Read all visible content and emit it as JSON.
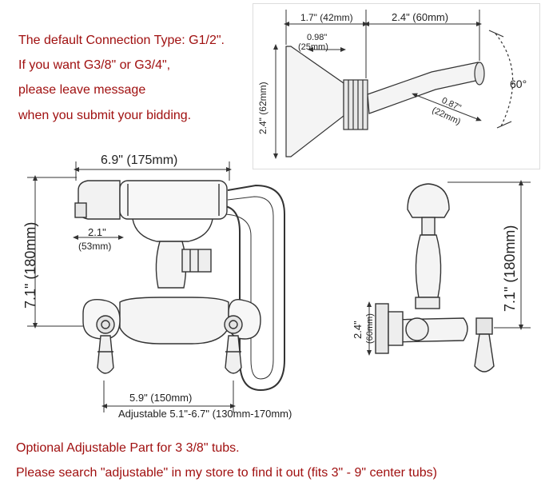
{
  "notice": {
    "line1": "The default Connection Type: G1/2\".",
    "line2": "If you want G3/8\" or G3/4\",",
    "line3": "please leave message",
    "line4": "when you submit your bidding."
  },
  "inset": {
    "dim_top_left": "1.7\" (42mm)",
    "dim_top_right": "2.4\" (60mm)",
    "dim_inner": "0.98\"",
    "dim_inner_mm": "(25mm)",
    "dim_height": "2.4\" (62mm)",
    "dim_thread": "0.87\"",
    "dim_thread_mm": "(22mm)",
    "angle": "60°"
  },
  "front": {
    "width": "6.9\" (175mm)",
    "height": "7.1\" (180mm)",
    "handle_width": "2.1\"",
    "handle_width_mm": "(53mm)",
    "center": "5.9\" (150mm)",
    "adjustable": "Adjustable 5.1\"-6.7\" (130mm-170mm)"
  },
  "side": {
    "height": "7.1\" (180mm)",
    "depth": "2.4\"",
    "depth_mm": "(60mm)"
  },
  "footer": {
    "line1": "Optional Adjustable Part for 3 3/8\" tubs.",
    "line2": "Please search \"adjustable\" in my store to find it out (fits 3\" - 9\" center tubs)"
  },
  "colors": {
    "notice_text": "#a01010",
    "line_art": "#333333"
  }
}
